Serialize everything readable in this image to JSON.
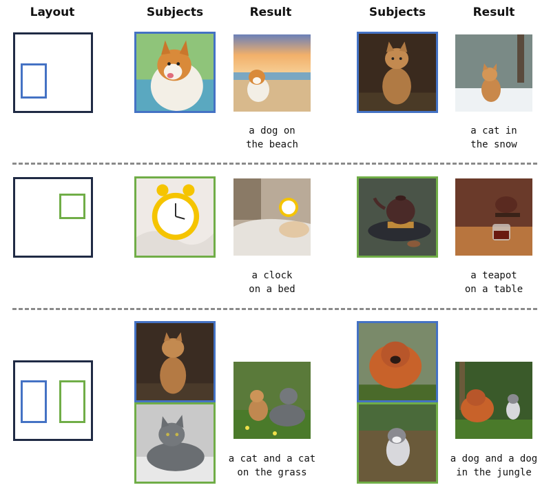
{
  "headers": {
    "layout": "Layout",
    "subjects_1": "Subjects",
    "result_1": "Result",
    "subjects_2": "Subjects",
    "result_2": "Result"
  },
  "rows": [
    {
      "caption_left": [
        "a dog on",
        "the beach"
      ],
      "caption_right": [
        "a cat in",
        "the snow"
      ]
    },
    {
      "caption_left": [
        "a clock",
        "on a bed"
      ],
      "caption_right": [
        "a teapot",
        "on a table"
      ]
    },
    {
      "caption_left": [
        "a cat and a cat",
        "on the grass"
      ],
      "caption_right": [
        "a dog and a dog",
        "in the jungle"
      ]
    }
  ],
  "colors": {
    "blue": "#4472c4",
    "green": "#70ad47",
    "frame": "#1f2a44",
    "divider": "#8a8a8a"
  }
}
